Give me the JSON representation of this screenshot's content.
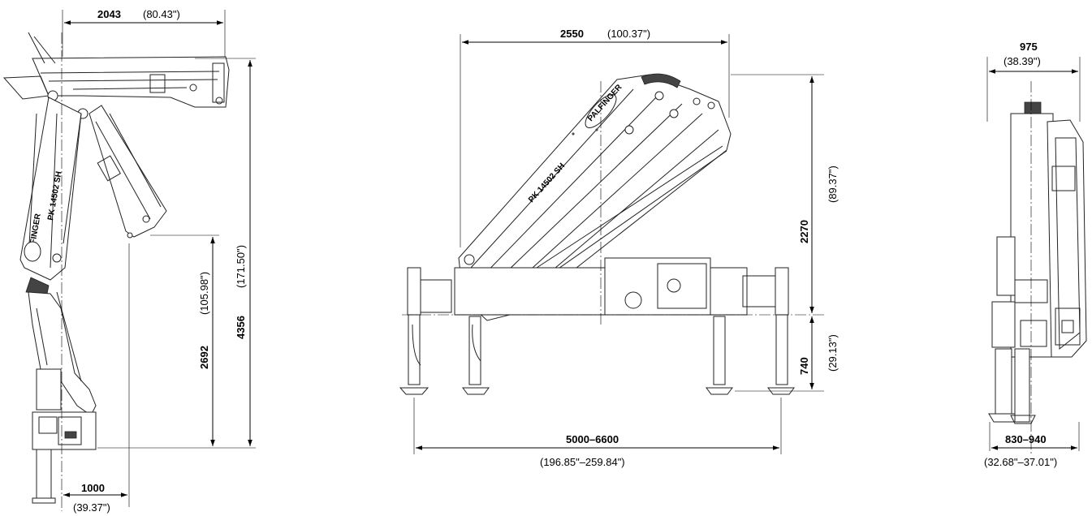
{
  "views": {
    "side": {
      "outreach": {
        "mm": "2043",
        "inch": "(80.43\")"
      },
      "total_height": {
        "mm": "4356",
        "inch": "(171.50\")"
      },
      "lower_height": {
        "mm": "2692",
        "inch": "(105.98\")"
      },
      "base_offset": {
        "mm": "1000",
        "inch": "(39.37\")"
      },
      "brand": "PALFINGER",
      "model": "PK 14502 SH"
    },
    "front": {
      "boom_width": {
        "mm": "2550",
        "inch": "(100.37\")"
      },
      "height_above_axis": {
        "mm": "2270",
        "inch": "(89.37\")"
      },
      "height_below_axis": {
        "mm": "740",
        "inch": "(29.13\")"
      },
      "outrigger_span": {
        "mm": "5000–6600",
        "inch": "(196.85\"–259.84\")"
      },
      "brand": "PALFINGER",
      "model": "PK 14502 SH"
    },
    "end": {
      "width": {
        "mm": "975",
        "inch": "(38.39\")"
      },
      "base_width": {
        "mm": "830–940",
        "inch": "(32.68\"–37.01\")"
      }
    }
  }
}
